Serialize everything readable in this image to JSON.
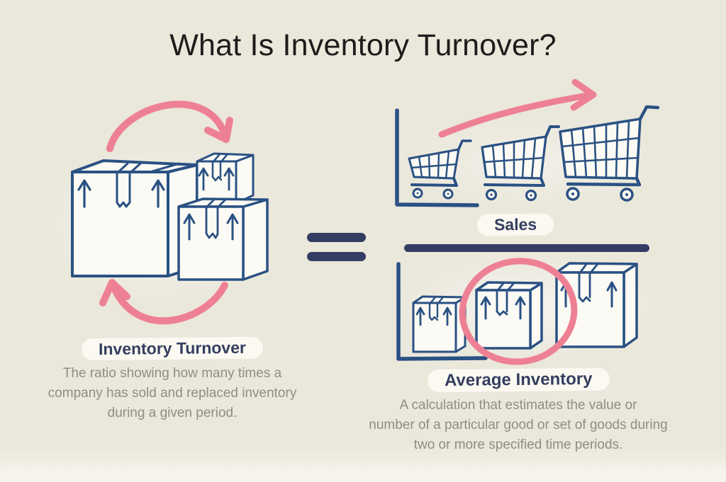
{
  "title": "What Is Inventory Turnover?",
  "colors": {
    "background": "#eae7db",
    "illustration_navy": "#2a5183",
    "dark_navy": "#333d63",
    "pink": "#ee8094",
    "description_gray": "#8f8d86",
    "title_black": "#1d1c1a",
    "highlight_white": "#fbf9f1"
  },
  "left_term": {
    "label": "Inventory Turnover",
    "description_lines": [
      "The ratio showing how many times a",
      "company has sold and replaced inventory",
      "during a given period."
    ],
    "illustration": "cardboard-boxes-with-pink-cycle-arrows"
  },
  "equation": {
    "equals_symbol": "=",
    "fraction_bar": "sales-over-average-inventory-divider"
  },
  "sales_term": {
    "label": "Sales",
    "illustration": "three-growing-shopping-carts-with-rising-pink-arrow"
  },
  "average_inventory_term": {
    "label": "Average Inventory",
    "description_lines": [
      "A calculation that estimates the value or",
      "number of a particular good or set of goods during",
      "two or more specified time periods."
    ],
    "illustration": "three-growing-boxes-with-middle-box-circled-in-pink"
  }
}
